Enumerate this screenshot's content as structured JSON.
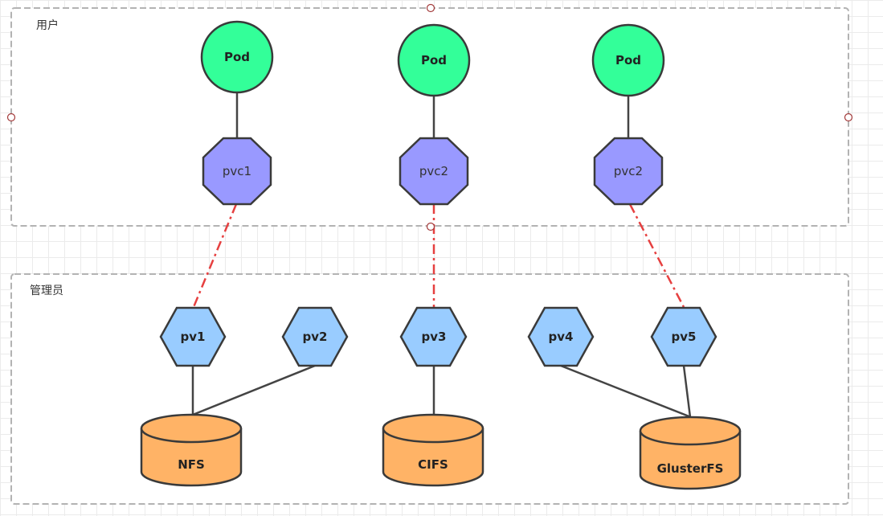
{
  "groups": {
    "user": {
      "label": "用户"
    },
    "admin": {
      "label": "管理员"
    }
  },
  "pods": [
    {
      "id": "pod1",
      "label": "Pod"
    },
    {
      "id": "pod2",
      "label": "Pod"
    },
    {
      "id": "pod3",
      "label": "Pod"
    }
  ],
  "pvcs": [
    {
      "id": "pvc1",
      "label": "pvc1"
    },
    {
      "id": "pvc2a",
      "label": "pvc2"
    },
    {
      "id": "pvc2b",
      "label": "pvc2"
    }
  ],
  "pvs": [
    {
      "id": "pv1",
      "label": "pv1"
    },
    {
      "id": "pv2",
      "label": "pv2"
    },
    {
      "id": "pv3",
      "label": "pv3"
    },
    {
      "id": "pv4",
      "label": "pv4"
    },
    {
      "id": "pv5",
      "label": "pv5"
    }
  ],
  "storages": [
    {
      "id": "nfs",
      "label": "NFS"
    },
    {
      "id": "cifs",
      "label": "CIFS"
    },
    {
      "id": "glusterfs",
      "label": "GlusterFS"
    }
  ],
  "colors": {
    "pod": "#33ff99",
    "pvc": "#9999ff",
    "pv": "#99ccff",
    "storage": "#ffb366",
    "binding_line": "#e64040",
    "group_border": "#b3b3b3"
  }
}
